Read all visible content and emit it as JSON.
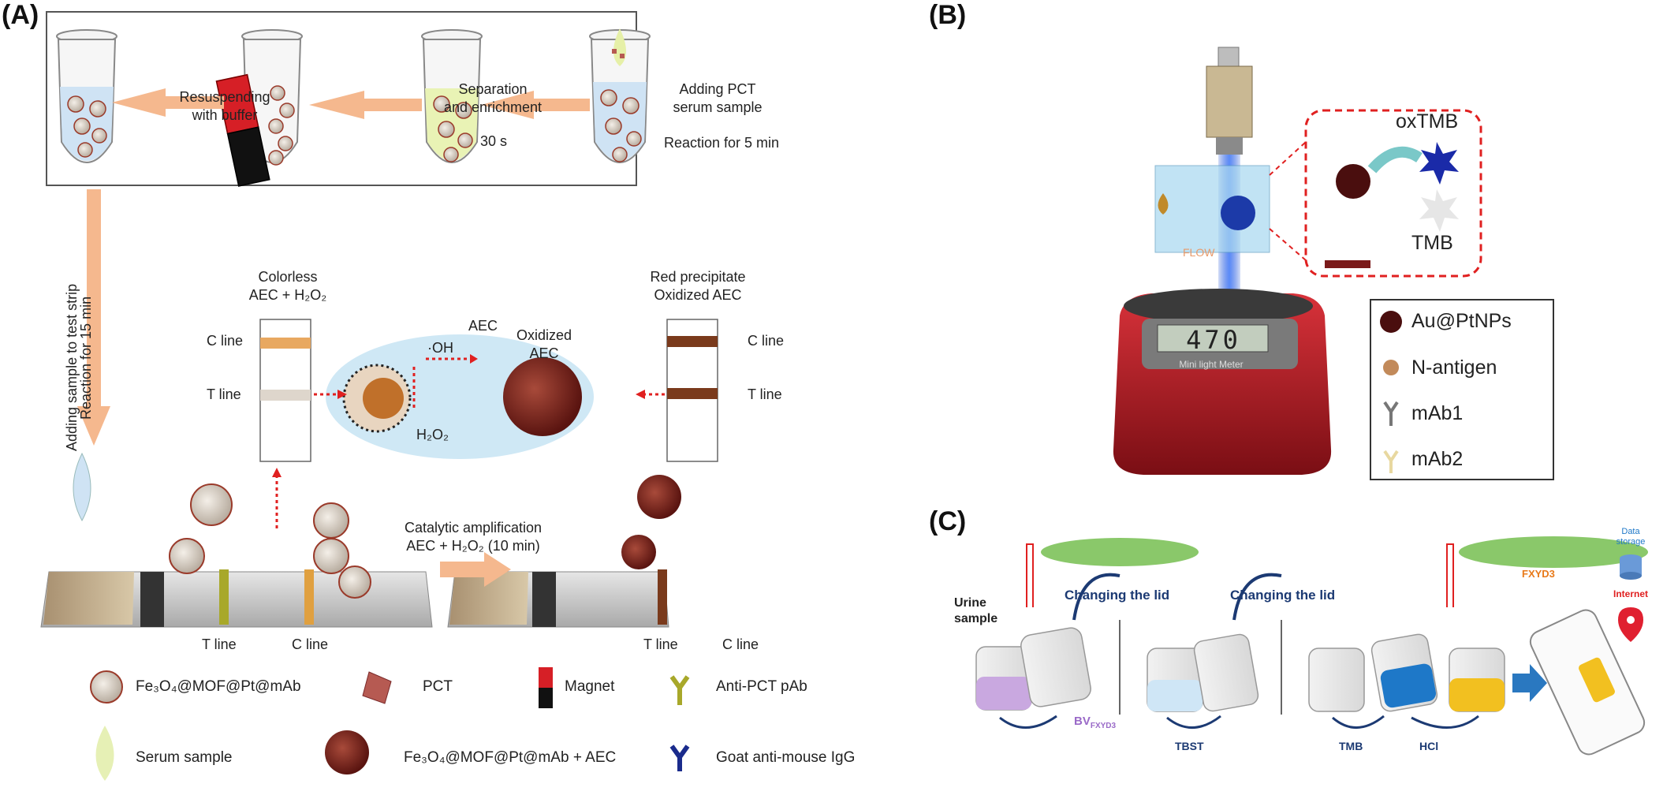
{
  "panels": {
    "A": {
      "label": "(A)",
      "top_steps": {
        "resuspend": "Resuspending\nwith buffer",
        "separation": "Separation\nand enrichment",
        "separation_time": "30 s",
        "adding": "Adding PCT\nserum sample",
        "reaction": "Reaction for 5 min"
      },
      "side": {
        "adding_strip": "Adding sample to test strip",
        "reaction": "Reaction for 15 min"
      },
      "colorless": "Colorless\nAEC + H₂O₂",
      "red_precip": "Red precipitate\nOxidized AEC",
      "c_line": "C line",
      "t_line": "T line",
      "oh": "·OH",
      "aec": "AEC",
      "oxidized_aec": "Oxidized\nAEC",
      "h2o2": "H₂O₂",
      "catalytic": "Catalytic amplification\nAEC + H₂O₂ (10 min)",
      "legend": {
        "probe": "Fe₃O₄@MOF@Pt@mAb",
        "pct": "PCT",
        "magnet": "Magnet",
        "anti_pct": "Anti-PCT pAb",
        "serum": "Serum sample",
        "probe_aec": "Fe₃O₄@MOF@Pt@mAb + AEC",
        "goat": "Goat anti-mouse IgG"
      }
    },
    "B": {
      "label": "(B)",
      "display": "470",
      "meter": "Mini light Meter",
      "flow": "FLOW",
      "oxtmb": "oxTMB",
      "tmb": "TMB",
      "legend": {
        "au": "Au@PtNPs",
        "nantigen": "N-antigen",
        "mab1": "mAb1",
        "mab2": "mAb2"
      }
    },
    "C": {
      "label": "(C)",
      "urine": "Urine\nsample",
      "change1": "Changing the lid",
      "change2": "Changing the lid",
      "bv": "BV",
      "bv_sub": "FXYD3",
      "tbst": "TBST",
      "tmb": "TMB",
      "hcl": "HCl",
      "fxyd3": "FXYD3",
      "data": "Data\nstorage",
      "internet": "Internet"
    }
  },
  "colors": {
    "arrow": "#f5b88e",
    "red_dots": "#e02020",
    "oval": "#cfe8f5",
    "c_band_a": "#e8a860",
    "t_band_a": "#ded6cc",
    "band_red": "#7a3a1c",
    "meter_red": "#b81d24",
    "arrow_blue": "#1c3a73",
    "dash_red": "#e02020"
  }
}
